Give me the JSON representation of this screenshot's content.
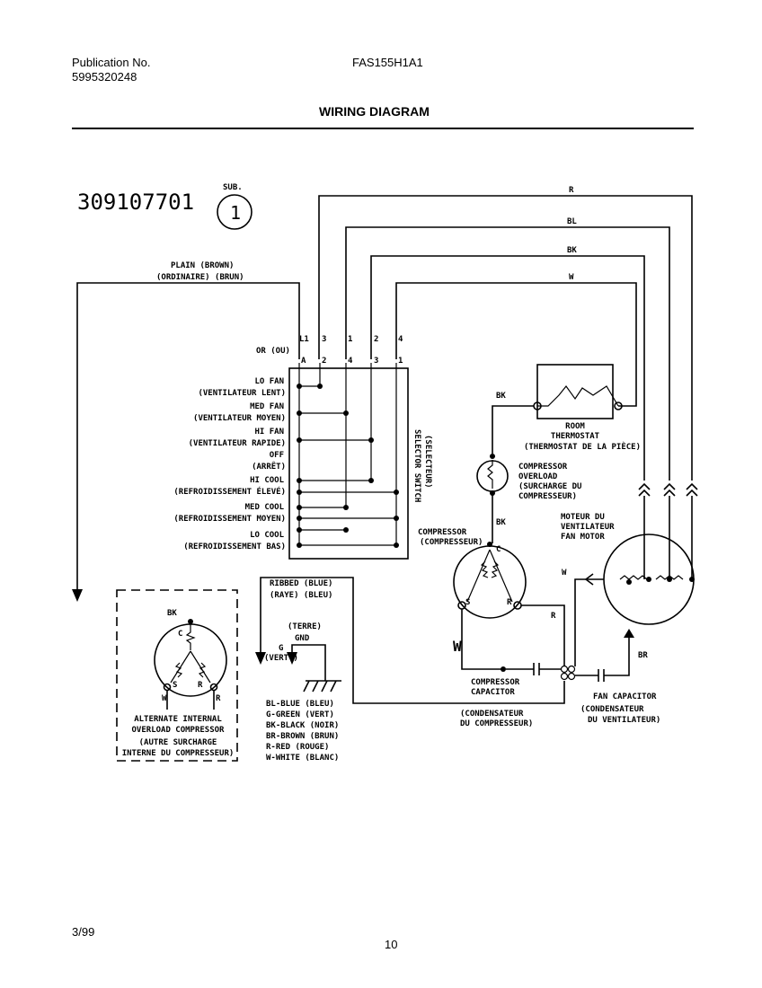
{
  "header": {
    "publication_label": "Publication No.",
    "publication_number": "5995320248",
    "model": "FAS155H1A1",
    "title": "WIRING DIAGRAM"
  },
  "footer": {
    "date": "3/99",
    "page": "10"
  },
  "diagram": {
    "part_number": "309107701",
    "sub_label": "SUB.",
    "sub_number": "1",
    "wire_top": [
      "R",
      "BL",
      "BK",
      "W"
    ],
    "plain_en": "PLAIN   (BROWN)",
    "plain_fr": "(ORDINAIRE)   (BRUN)",
    "or_label": "OR (OU)",
    "switch_top_terms": [
      "L1",
      "3",
      "1",
      "2",
      "4"
    ],
    "switch_bot_terms": [
      "A",
      "2",
      "4",
      "3",
      "1"
    ],
    "selector_switch": "SELECTOR SWITCH",
    "selector_fr": "(SELECTEUR)",
    "switch_labels": [
      "LO FAN",
      "(VENTILATEUR LENT)",
      "MED FAN",
      "(VENTILATEUR MOYEN)",
      "HI FAN",
      "(VENTILATEUR RAPIDE)",
      "OFF",
      "(ARRÊT)",
      "HI COOL",
      "(REFROIDISSEMENT ÉLEVÉ)",
      "MED COOL",
      "(REFROIDISSEMENT MOYEN)",
      "LO COOL",
      "(REFROIDISSEMENT BAS)"
    ],
    "thermostat": [
      "ROOM",
      "THERMOSTAT",
      "(THERMOSTAT DE LA PIÈCE)"
    ],
    "overload": [
      "COMPRESSOR",
      "OVERLOAD",
      "(SURCHARGE DU",
      "COMPRESSEUR)"
    ],
    "compressor": [
      "COMPRESSOR",
      "(COMPRESSEUR)"
    ],
    "fan_motor": [
      "MOTEUR DU",
      "VENTILATEUR",
      "FAN MOTOR"
    ],
    "comp_capacitor": [
      "COMPRESSOR",
      "CAPACITOR"
    ],
    "condensateur": [
      "(CONDENSATEUR",
      "DU COMPRESSEUR)"
    ],
    "fan_capacitor": [
      "FAN CAPACITOR",
      "(CONDENSATEUR",
      "DU VENTILATEUR)"
    ],
    "ribbed": [
      "RIBBED   (BLUE)",
      "(RAYE)   (BLEU)"
    ],
    "ground": [
      "(TERRE)",
      "GND",
      "G",
      "(VERT.)"
    ],
    "color_key": [
      "BL-BLUE (BLEU)",
      "G-GREEN (VERT)",
      "BK-BLACK (NOIR)",
      "BR-BROWN (BRUN)",
      "R-RED (ROUGE)",
      "W-WHITE (BLANC)"
    ],
    "alt_overload": [
      "ALTERNATE INTERNAL",
      "OVERLOAD COMPRESSOR",
      "(AUTRE SURCHARGE",
      "INTERNE DU COMPRESSEUR)"
    ],
    "wire_labels": {
      "bk": "BK",
      "w": "W",
      "r": "R",
      "br": "BR"
    },
    "terminals": {
      "c": "C",
      "s": "S",
      "r": "R"
    }
  }
}
